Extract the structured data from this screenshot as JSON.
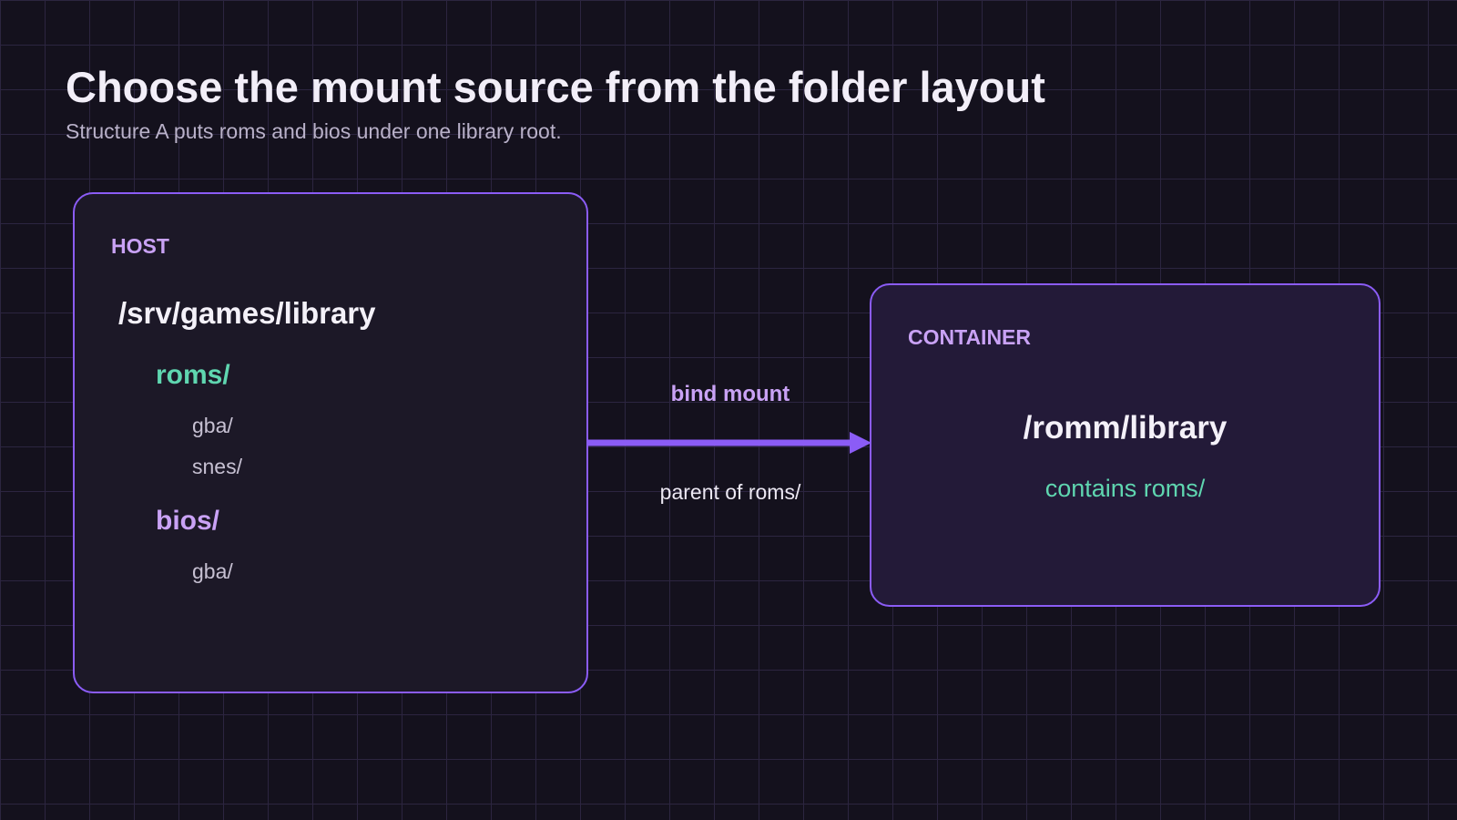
{
  "header": {
    "title": "Choose the mount source from the folder layout",
    "subtitle": "Structure A puts roms and bios under one library root."
  },
  "host": {
    "label": "HOST",
    "path": "/srv/games/library",
    "folders": [
      {
        "name": "roms/",
        "children": [
          "gba/",
          "snes/"
        ]
      },
      {
        "name": "bios/",
        "children": [
          "gba/"
        ]
      }
    ]
  },
  "mount": {
    "label": "bind mount",
    "note": "parent of roms/"
  },
  "container": {
    "label": "CONTAINER",
    "path": "/romm/library",
    "note": "contains roms/"
  },
  "colors": {
    "background": "#14111d",
    "accent": "#8b5cf6",
    "label": "#c9a2f5",
    "roms": "#5fd6b0",
    "text": "#f4f1f9"
  }
}
